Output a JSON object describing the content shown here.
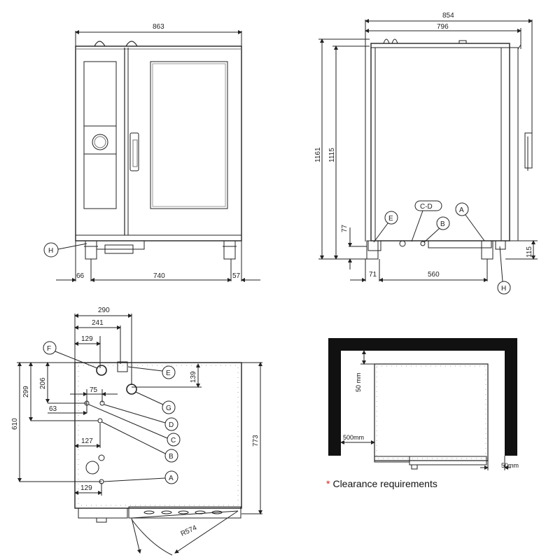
{
  "front_view": {
    "dims": {
      "width": "863",
      "left": "66",
      "mid": "740",
      "right": "57"
    },
    "label_h": "H"
  },
  "side_view": {
    "dims": {
      "total": "854",
      "inner": "796",
      "height_total": "1161",
      "height_body": "1115",
      "h77": "77",
      "h115": "115",
      "b71": "71",
      "b560": "560"
    },
    "labels": {
      "e": "E",
      "cd": "C-D",
      "b": "B",
      "a": "A",
      "h": "H"
    }
  },
  "plan_view": {
    "dims": {
      "d290": "290",
      "d241": "241",
      "d129a": "129",
      "d206": "206",
      "d299": "299",
      "d610": "610",
      "d75": "75",
      "d63": "63",
      "d127": "127",
      "d129b": "129",
      "d139": "139",
      "d773": "773",
      "r574": "R574"
    },
    "labels": {
      "f": "F",
      "e": "E",
      "g": "G",
      "d": "D",
      "c": "C",
      "b": "B",
      "a": "A"
    }
  },
  "clearance": {
    "top": "50 mm",
    "left": "500mm",
    "right": "50mm",
    "caption_star": "*",
    "caption": "Clearance requirements"
  }
}
